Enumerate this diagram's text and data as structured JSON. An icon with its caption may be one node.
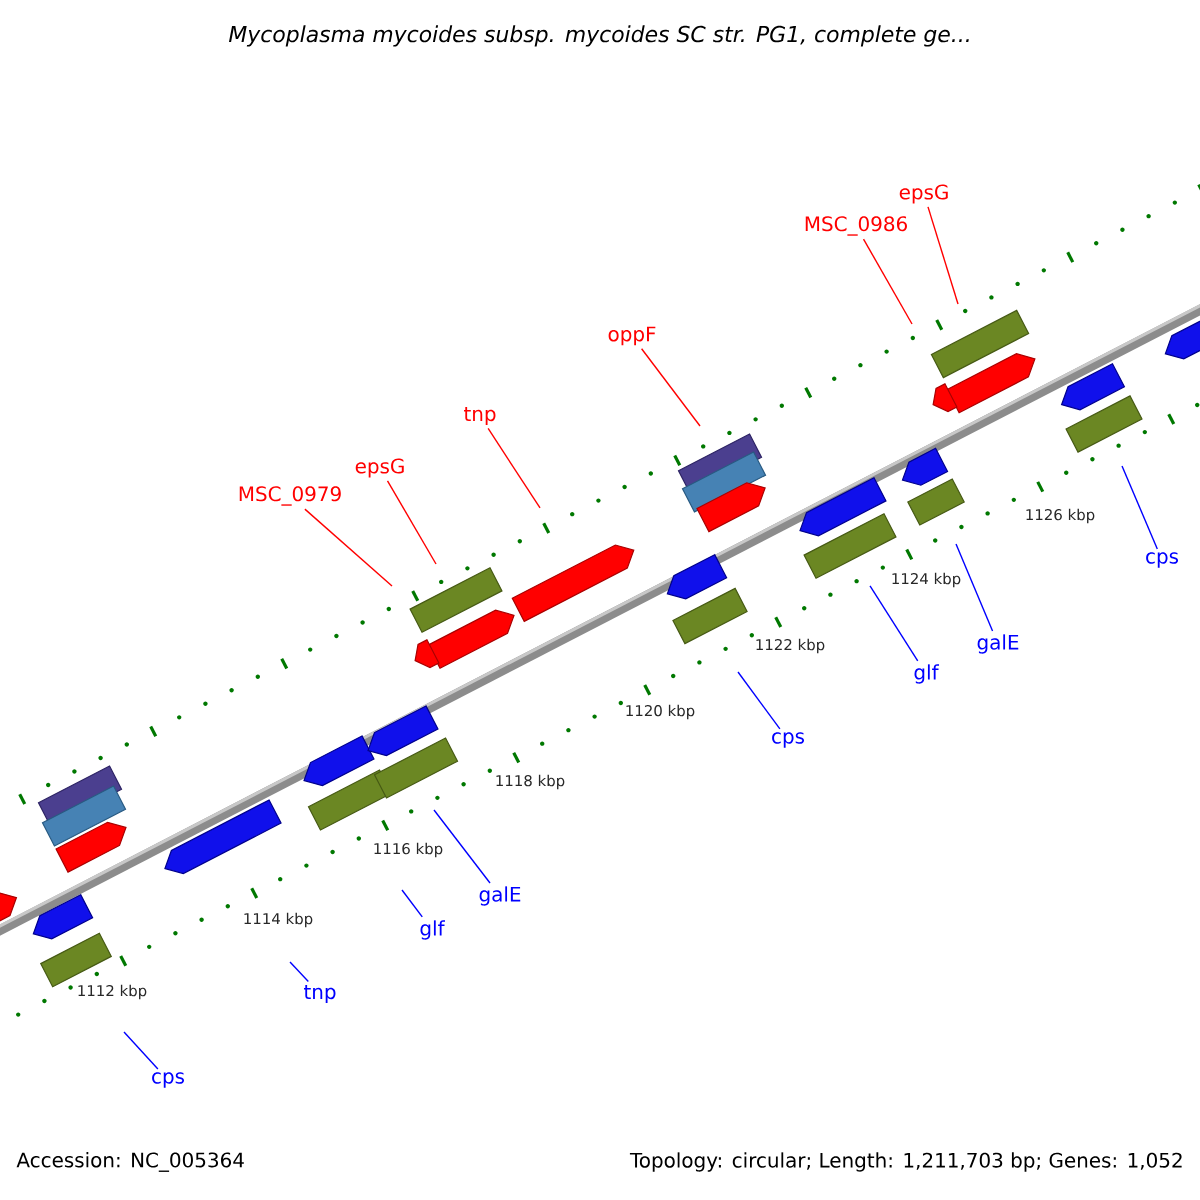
{
  "diagram": {
    "title": "Mycoplasma mycoides subsp. mycoides SC str. PG1, complete ge...",
    "nodes": [
      {
        "text": [
          "MSC_0979"
        ]
      },
      {
        "text": [
          "epsG"
        ]
      },
      {
        "text": [
          "tnp"
        ]
      },
      {
        "text": [
          "oppF"
        ]
      },
      {
        "text": [
          "MSC_0986"
        ]
      },
      {
        "text": [
          "epsG"
        ]
      },
      {
        "text": [
          "cps"
        ]
      },
      {
        "text": [
          "tnp"
        ]
      },
      {
        "text": [
          "glf"
        ]
      },
      {
        "text": [
          "galE"
        ]
      },
      {
        "text": [
          "cps"
        ]
      },
      {
        "text": [
          "glf"
        ]
      },
      {
        "text": [
          "galE"
        ]
      },
      {
        "text": [
          "cps"
        ]
      }
    ],
    "edges": [
      {
        "from": 0,
        "to": null,
        "arrow": "none",
        "color": "#ff0000"
      },
      {
        "from": 1,
        "to": null,
        "arrow": "none",
        "color": "#ff0000"
      },
      {
        "from": 2,
        "to": null,
        "arrow": "none",
        "color": "#ff0000"
      },
      {
        "from": 3,
        "to": null,
        "arrow": "none",
        "color": "#ff0000"
      },
      {
        "from": 4,
        "to": null,
        "arrow": "none",
        "color": "#ff0000"
      },
      {
        "from": 5,
        "to": null,
        "arrow": "none",
        "color": "#ff0000"
      },
      {
        "from": 6,
        "to": null,
        "arrow": "none"
      },
      {
        "from": 7,
        "to": null,
        "arrow": "none"
      },
      {
        "from": 8,
        "to": null,
        "arrow": "none"
      },
      {
        "from": 9,
        "to": null,
        "arrow": "none"
      },
      {
        "from": 10,
        "to": null,
        "arrow": "none"
      },
      {
        "from": 11,
        "to": null,
        "arrow": "none"
      },
      {
        "from": 12,
        "to": null,
        "arrow": "none"
      },
      {
        "from": 13,
        "to": null,
        "arrow": "none"
      }
    ],
    "labels": [
      "1126 kbp",
      "1124 kbp",
      "1122 kbp",
      "1120 kbp",
      "1118 kbp",
      "1116 kbp",
      "1114 kbp",
      "1112 kbp",
      "Accession: NC_005364",
      "Topology: circular; Length: 1,211,703 bp; Genes: 1,052"
    ]
  }
}
